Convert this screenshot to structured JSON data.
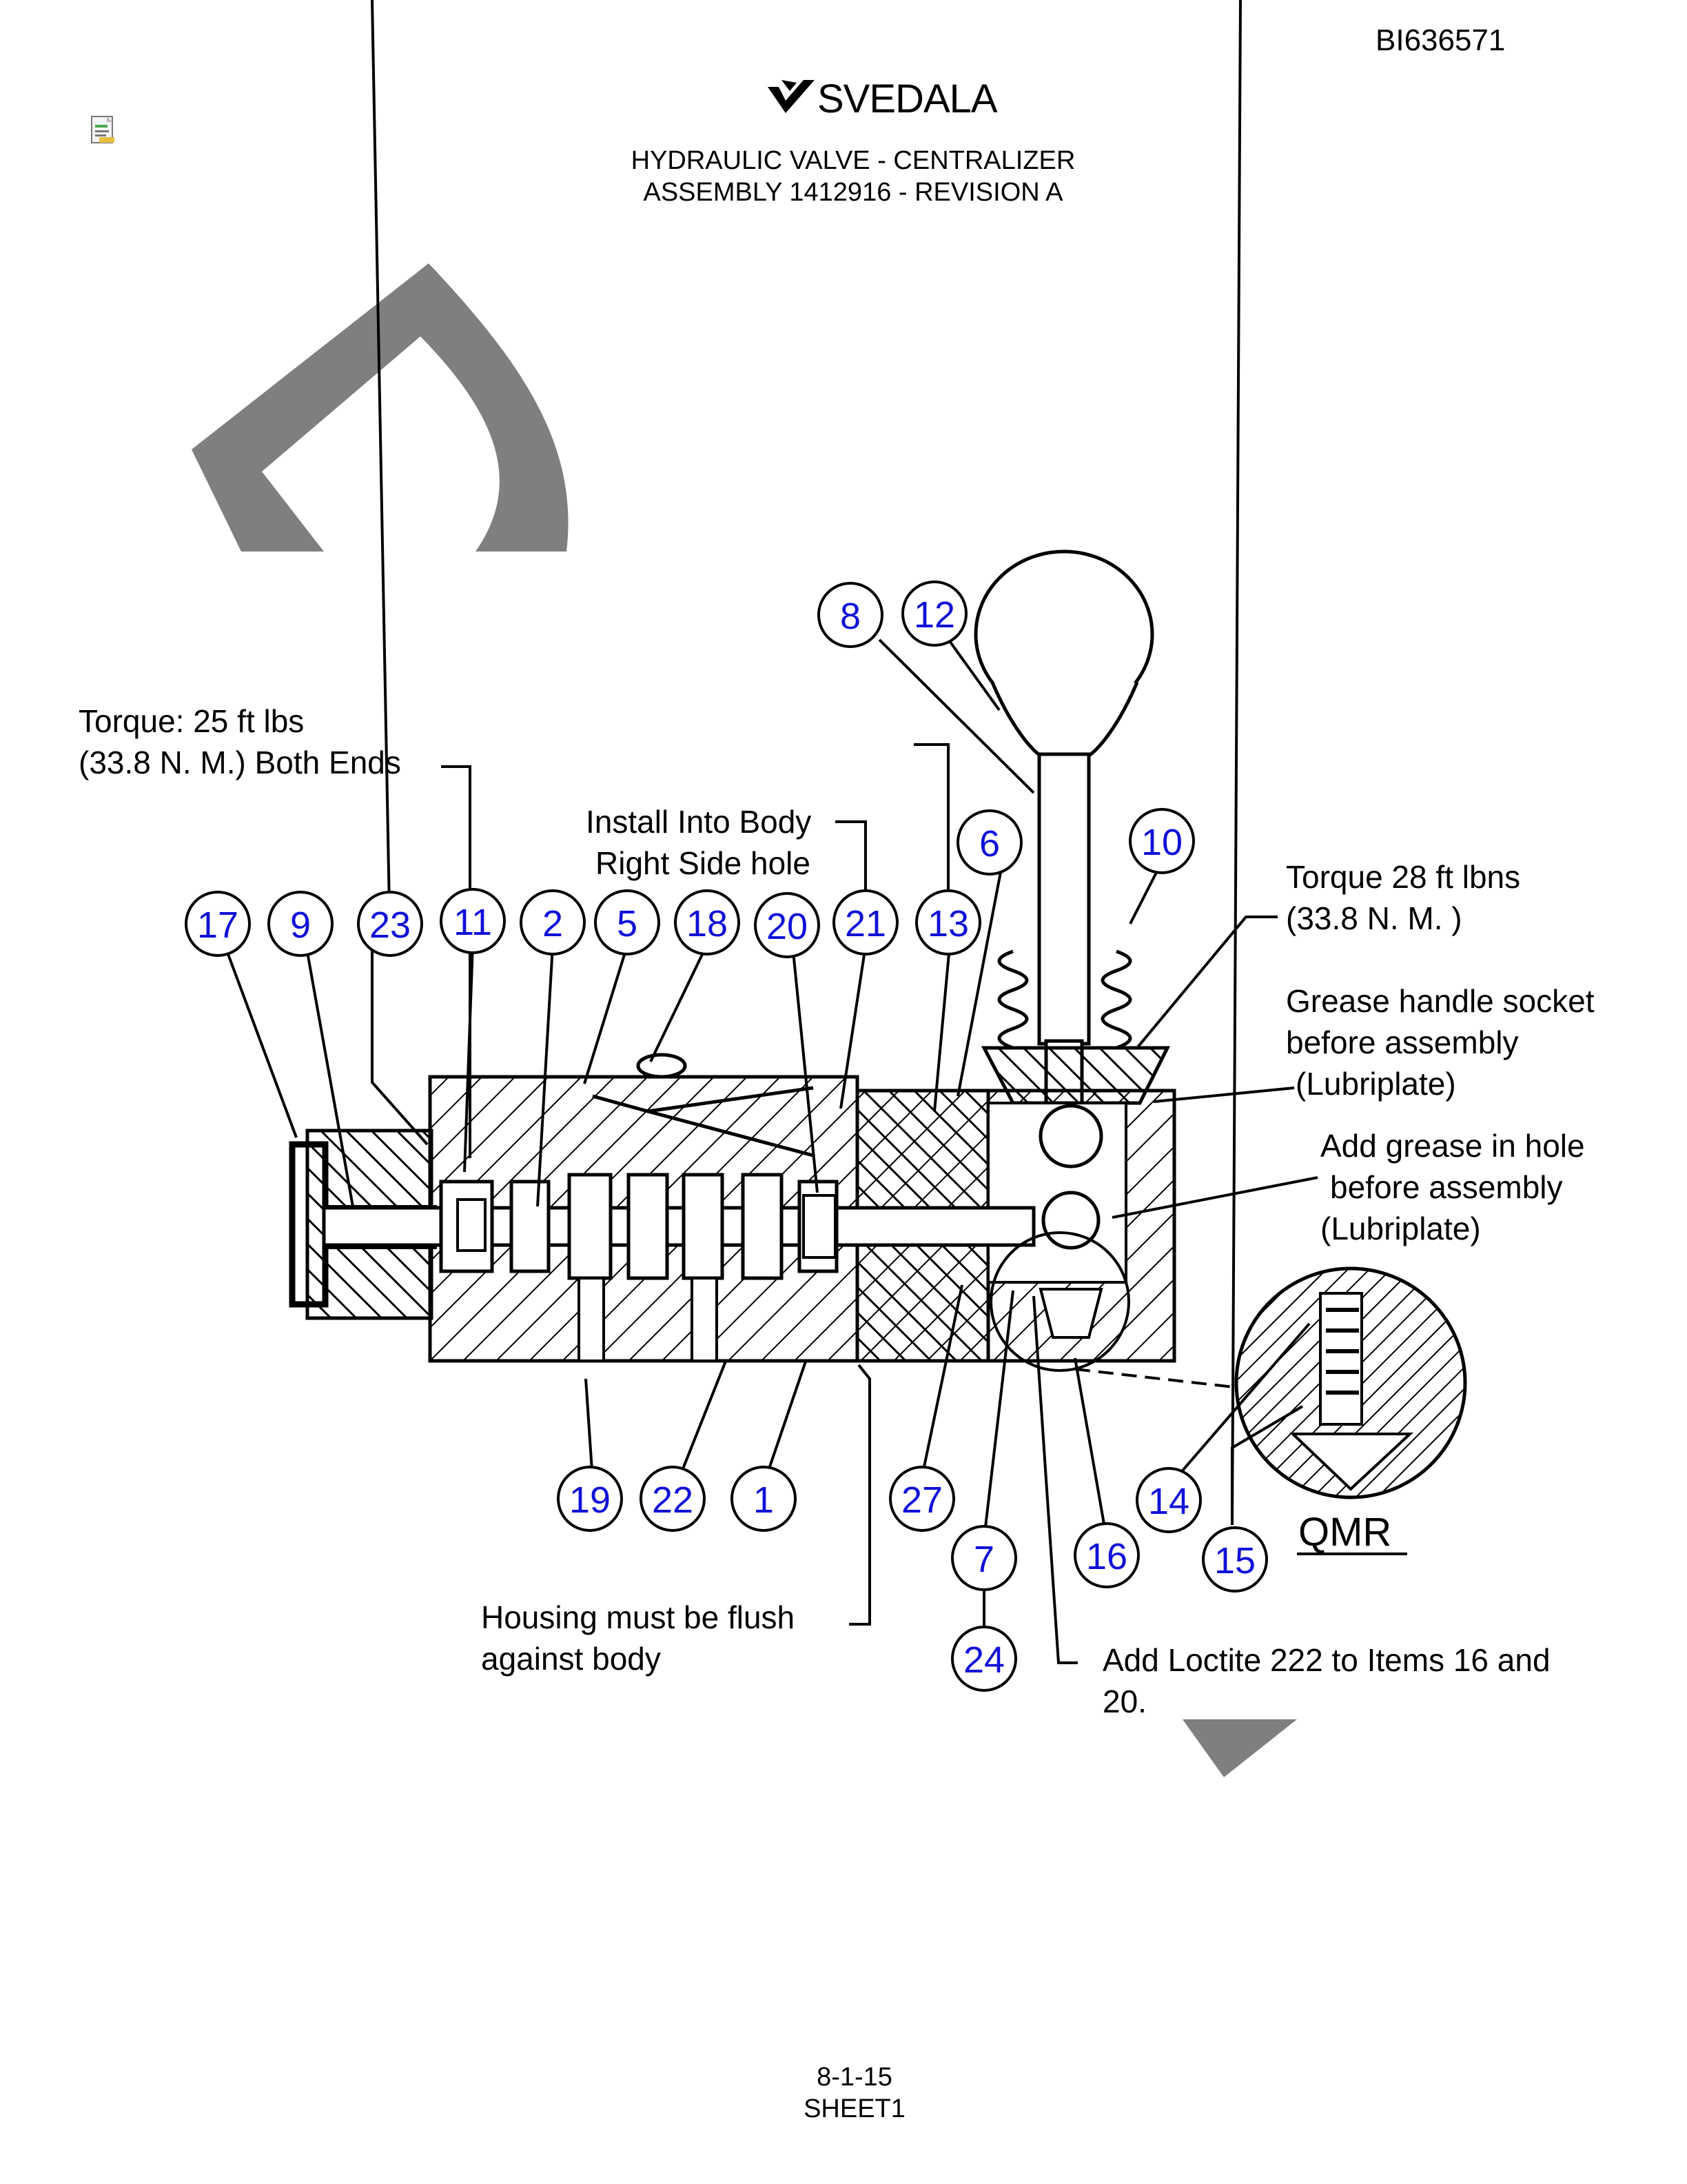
{
  "header": {
    "doc_id": "BI636571",
    "brand": "SVEDALA",
    "title_line1": "HYDRAULIC VALVE - CENTRALIZER",
    "title_line2": "ASSEMBLY 1412916 - REVISION A"
  },
  "notes": {
    "torque_ends_l1": "Torque: 25 ft lbs",
    "torque_ends_l2": "(33.8 N. M.) Both Ends",
    "install_l1": "Install Into Body",
    "install_l2": "Right Side hole",
    "torque_handle_l1": "Torque 28 ft lbns",
    "torque_handle_l2": "(33.8 N. M. )",
    "grease_socket_l1": "Grease handle socket",
    "grease_socket_l2": "before assembly",
    "grease_socket_l3": "(Lubriplate)",
    "grease_hole_l1": "Add grease in hole",
    "grease_hole_l2": "before assembly",
    "grease_hole_l3": "(Lubriplate)",
    "housing_l1": "Housing  must be flush",
    "housing_l2": "against body",
    "loctite_l1": "Add Loctite 222 to Items 16 and",
    "loctite_l2": "20.",
    "detail_label": "QMR"
  },
  "callouts": [
    {
      "n": "8"
    },
    {
      "n": "12"
    },
    {
      "n": "6"
    },
    {
      "n": "10"
    },
    {
      "n": "17"
    },
    {
      "n": "9"
    },
    {
      "n": "23"
    },
    {
      "n": "11"
    },
    {
      "n": "2"
    },
    {
      "n": "5"
    },
    {
      "n": "18"
    },
    {
      "n": "20"
    },
    {
      "n": "21"
    },
    {
      "n": "13"
    },
    {
      "n": "19"
    },
    {
      "n": "22"
    },
    {
      "n": "1"
    },
    {
      "n": "27"
    },
    {
      "n": "7"
    },
    {
      "n": "24"
    },
    {
      "n": "16"
    },
    {
      "n": "14"
    },
    {
      "n": "15"
    }
  ],
  "footer": {
    "page": "8-1-15",
    "sheet": "SHEET1"
  },
  "colors": {
    "callout_text": "#1010d8",
    "watermark": "#7f7f7f"
  }
}
